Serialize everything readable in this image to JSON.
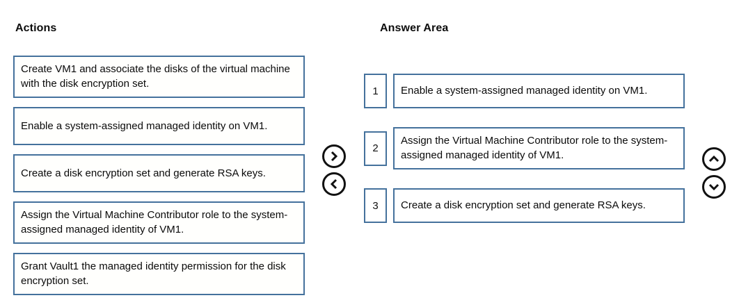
{
  "panels": {
    "actions": {
      "title": "Actions",
      "items": [
        "Create VM1 and associate the disks of the virtual machine with the disk encryption set.",
        "Enable a system-assigned managed identity on VM1.",
        "Create a disk encryption set and generate RSA keys.",
        "Assign the Virtual Machine Contributor role to the system-assigned managed identity of VM1.",
        "Grant Vault1 the managed identity permission for the disk encryption set."
      ]
    },
    "answer_area": {
      "title": "Answer Area",
      "items": [
        {
          "index": "1",
          "text": "Enable a system-assigned managed identity on VM1."
        },
        {
          "index": "2",
          "text": "Assign the Virtual Machine Contributor role to the system-assigned managed identity of VM1."
        },
        {
          "index": "3",
          "text": "Create a disk encryption set and generate RSA keys."
        }
      ]
    }
  },
  "controls": {
    "move_right": {
      "icon": "chevron-right-icon",
      "label": "Move to answer area"
    },
    "move_left": {
      "icon": "chevron-left-icon",
      "label": "Remove from answer area"
    },
    "move_up": {
      "icon": "chevron-up-icon",
      "label": "Move up"
    },
    "move_down": {
      "icon": "chevron-down-icon",
      "label": "Move down"
    }
  },
  "colors": {
    "box_border": "#44719c",
    "button_stroke": "#111111",
    "text": "#0a0a0a",
    "background": "#ffffff"
  }
}
